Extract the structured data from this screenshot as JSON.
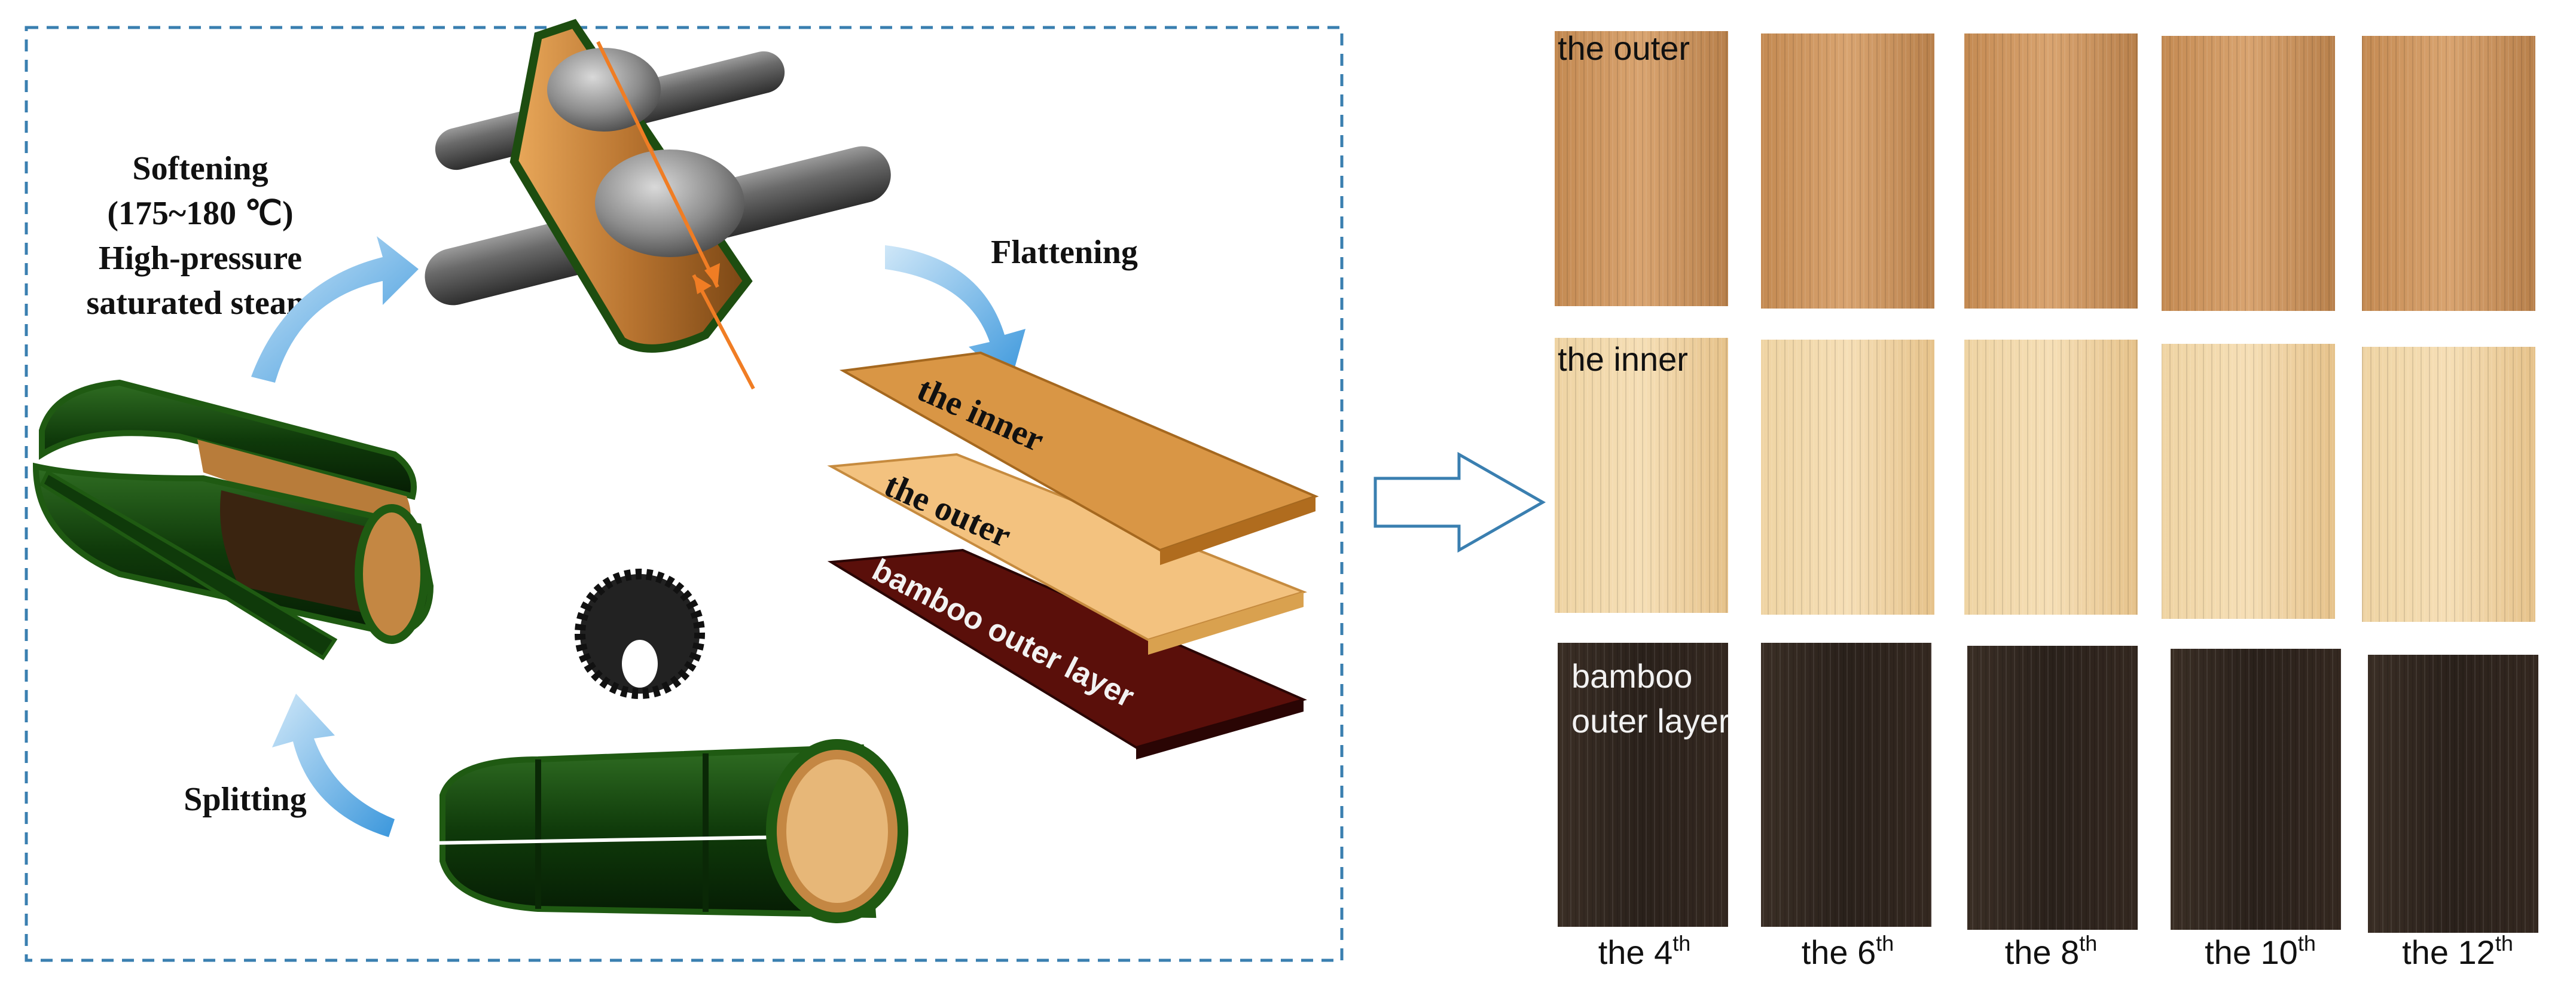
{
  "process_steps": {
    "softening_line1": "Softening",
    "softening_line2": "(175~180 ℃)",
    "softening_line3": "High-pressure",
    "softening_line4": "saturated steam",
    "flattening": "Flattening",
    "splitting": "Splitting"
  },
  "layers": {
    "inner": "the inner",
    "outer": "the outer",
    "bamboo_outer": "bamboo outer layer"
  },
  "sample_grid": {
    "row_labels": {
      "outer": "the outer",
      "inner": "the inner",
      "bamboo_line1": "bamboo",
      "bamboo_line2": "outer layer"
    },
    "columns": [
      {
        "prefix": "the 4",
        "sup": "th"
      },
      {
        "prefix": "the 6",
        "sup": "th"
      },
      {
        "prefix": "the 8",
        "sup": "th"
      },
      {
        "prefix": "the 10",
        "sup": "th"
      },
      {
        "prefix": "the 12",
        "sup": "th"
      }
    ]
  },
  "colors": {
    "bamboo_green": "#1f5a12",
    "wood_light": "#e8b96e",
    "wood_outer": "#c98e55",
    "inner_board": "#e9c88f",
    "dark_board": "#2e241d",
    "dash_border": "#3a7fb0",
    "arrow_blue": "#4aa3e0"
  }
}
